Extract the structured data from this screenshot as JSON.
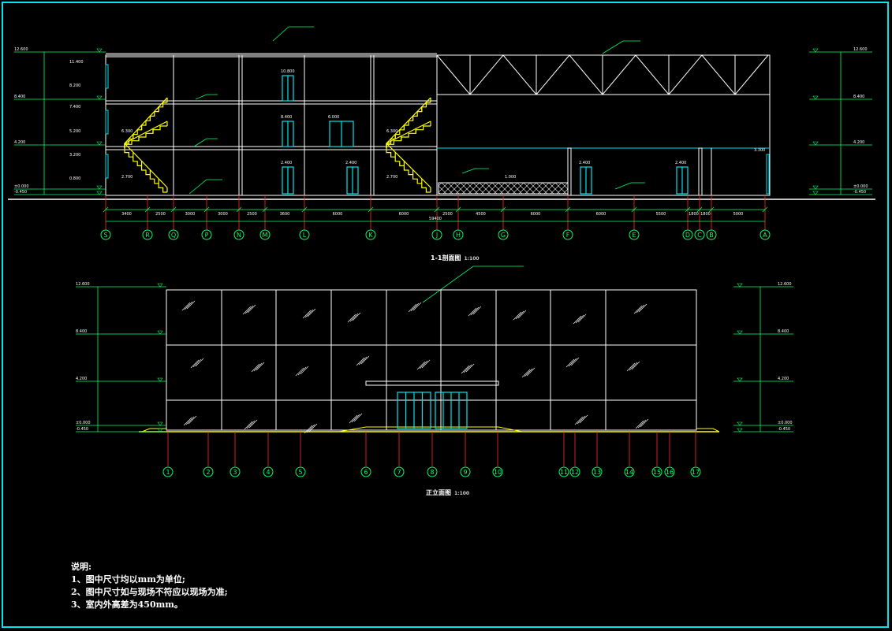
{
  "colors": {
    "background": "#000000",
    "frame": "#00e5ee",
    "outline": "#ffffff",
    "dimension": "#00ff66",
    "axis": "#ff2a2a",
    "stair": "#ffff00",
    "glass": "#00e5ee",
    "hatch": "#ffffff"
  },
  "section": {
    "caption": "1-1剖面图",
    "scale": "1:100",
    "axes": [
      "S",
      "R",
      "Q",
      "P",
      "N",
      "M",
      "L",
      "K",
      "J",
      "H",
      "G",
      "F",
      "E",
      "D",
      "C",
      "B",
      "A"
    ],
    "dims": [
      "3400",
      "2500",
      "3000",
      "3000",
      "2500",
      "3600",
      "6000",
      "6000",
      "2500",
      "4500",
      "6000",
      "6000",
      "5500",
      "1800",
      "1800",
      "5000"
    ],
    "total": "59400",
    "left_levels": [
      "12.600",
      "8.400",
      "4.200",
      "±0.000",
      "-0.450"
    ],
    "left_inner": [
      "11.400",
      "8.200",
      "7.400",
      "5.200",
      "3.200",
      "0.800"
    ],
    "right_levels": [
      "12.600",
      "8.400",
      "4.200",
      "±0.000",
      "-0.450"
    ],
    "door_levels": [
      "10.800",
      "8.400",
      "6.000",
      "2.400",
      "2.400",
      "2.400",
      "2.400"
    ],
    "floor_marks": [
      "6.300",
      "6.300",
      "2.700",
      "2.700",
      "3.300",
      "1.000"
    ]
  },
  "elevation": {
    "caption": "正立面图",
    "scale": "1:100",
    "axes": [
      "1",
      "2",
      "3",
      "4",
      "5",
      "6",
      "7",
      "8",
      "9",
      "10",
      "11",
      "12",
      "13",
      "14",
      "15",
      "16",
      "17"
    ],
    "left_levels": [
      "12.600",
      "8.400",
      "4.200",
      "±0.000",
      "-0.450"
    ],
    "right_levels": [
      "12.600",
      "8.400",
      "4.200",
      "±0.000",
      "-0.450"
    ]
  },
  "notes": {
    "title": "说明:",
    "items": [
      "1、图中尺寸均以mm为单位;",
      "2、图中尺寸如与现场不符应以现场为准;",
      "3、室内外高差为450mm。"
    ]
  }
}
